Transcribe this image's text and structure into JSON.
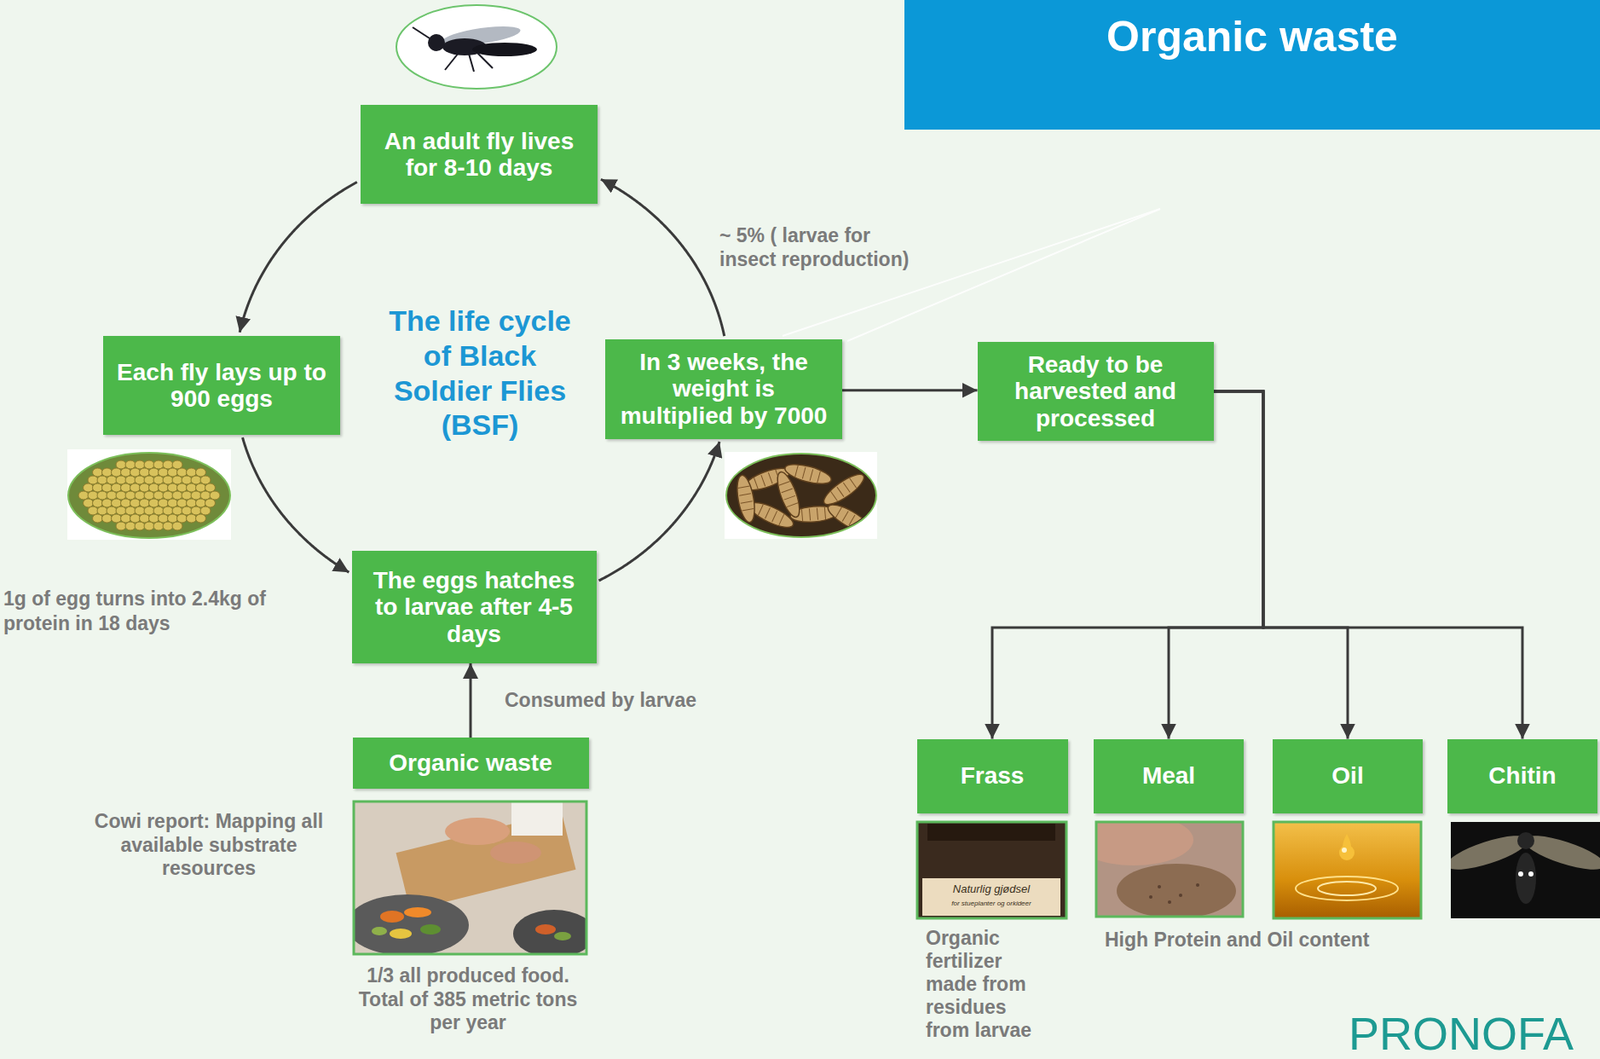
{
  "diagram": {
    "title": "Organic waste",
    "nodes": [
      {
        "text": [
          "An adult fly lives for 8-10 days"
        ]
      },
      {
        "text": [
          "Each fly lays up to 900 eggs"
        ]
      },
      {
        "text": [
          "In 3 weeks, the weight is multiplied by 7000"
        ]
      },
      {
        "text": [
          "Ready to be harvested and processed"
        ]
      },
      {
        "text": [
          "The eggs hatches to larvae after 4-5 days"
        ]
      },
      {
        "text": [
          "Organic waste"
        ]
      },
      {
        "text": [
          "Frass"
        ]
      },
      {
        "text": [
          "Meal"
        ]
      },
      {
        "text": [
          "Oil"
        ]
      },
      {
        "text": [
          "Chitin"
        ]
      }
    ],
    "edges": [
      {
        "from": 0,
        "to": 1,
        "arrow": "to"
      },
      {
        "from": 1,
        "to": 4,
        "arrow": "to"
      },
      {
        "from": 4,
        "to": 2,
        "arrow": "to"
      },
      {
        "from": 2,
        "to": 0,
        "arrow": "to",
        "label": "~ 5% ( larvae for insect reproduction)"
      },
      {
        "from": 2,
        "to": 3,
        "arrow": "to"
      },
      {
        "from": 5,
        "to": 4,
        "arrow": "to",
        "label": "Consumed by larvae"
      },
      {
        "from": 3,
        "to": 6,
        "arrow": "to"
      },
      {
        "from": 3,
        "to": 7,
        "arrow": "to"
      },
      {
        "from": 3,
        "to": 8,
        "arrow": "to"
      },
      {
        "from": 3,
        "to": 9,
        "arrow": "to"
      }
    ],
    "labels": [
      "The life cycle of Black Soldier Flies (BSF)",
      "1g of egg turns into 2.4kg of protein in 18 days",
      "Cowi report: Mapping all available substrate resources",
      "1/3 all produced food. Total of 385 metric tons per year",
      "Naturlig gjødsel",
      "for stueplanter og orkideer",
      "Organic fertilizer made from residues from larvae",
      "High Protein and Oil content",
      "PRONOFA"
    ]
  }
}
